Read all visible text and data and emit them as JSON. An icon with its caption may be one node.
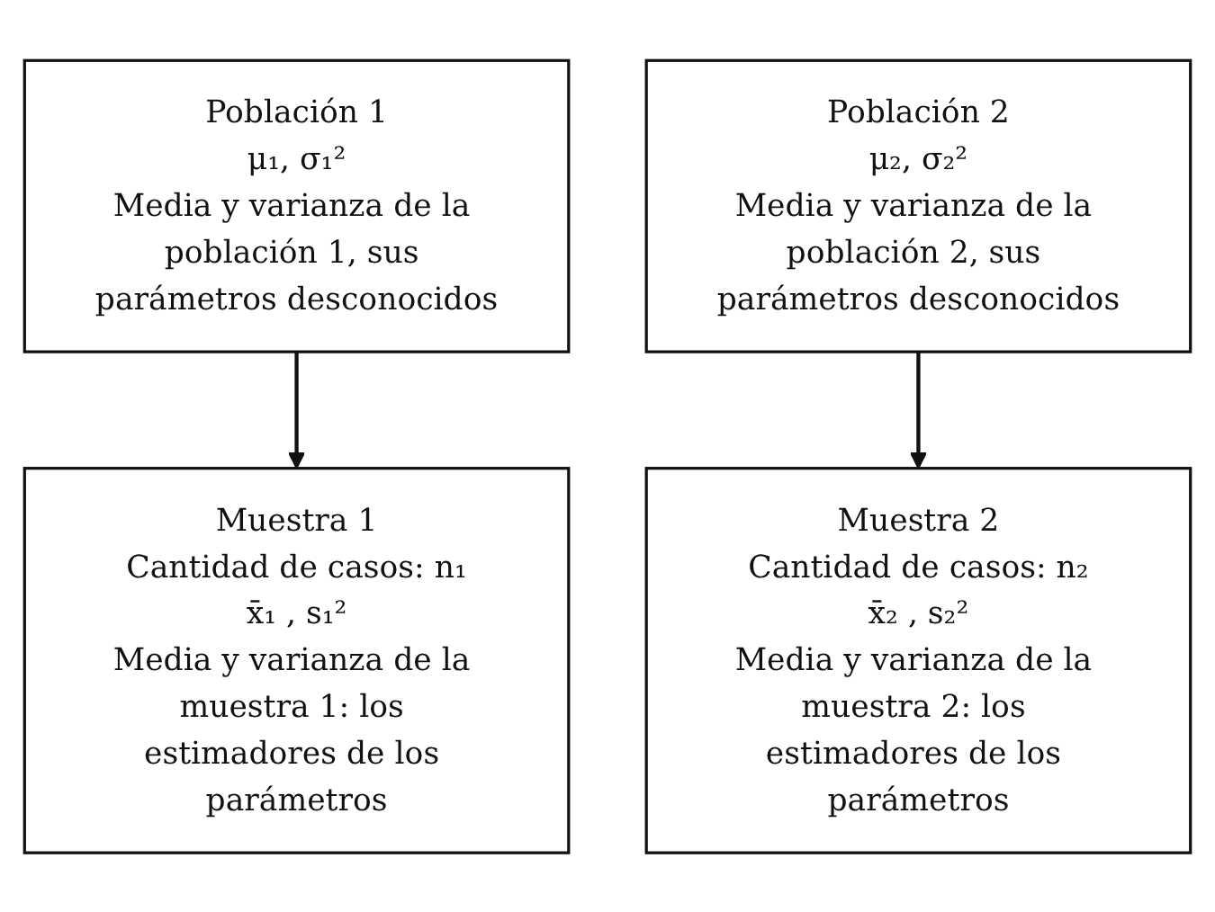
{
  "diagram": {
    "nodes": [
      {
        "text": [
          "Población 1",
          "μ₁, σ₁²",
          "Media y varianza de la población 1, sus parámetros desconocidos"
        ]
      },
      {
        "text": [
          "Población 2",
          "μ₂, σ₂²",
          "Media y varianza de la población 2, sus parámetros desconocidos"
        ]
      },
      {
        "text": [
          "Muestra 1",
          "Cantidad de casos: n₁",
          "x̄₁ , s₁²",
          "Media y varianza de la muestra 1: los estimadores de los parámetros"
        ]
      },
      {
        "text": [
          "Muestra 2",
          "Cantidad de casos: n₂",
          "x̄₂ , s₂²",
          "Media y varianza de la muestra 2: los estimadores de los parámetros"
        ]
      }
    ],
    "edges": [
      {
        "from": 0,
        "to": 2,
        "arrow": "to"
      },
      {
        "from": 1,
        "to": 3,
        "arrow": "to"
      }
    ]
  }
}
